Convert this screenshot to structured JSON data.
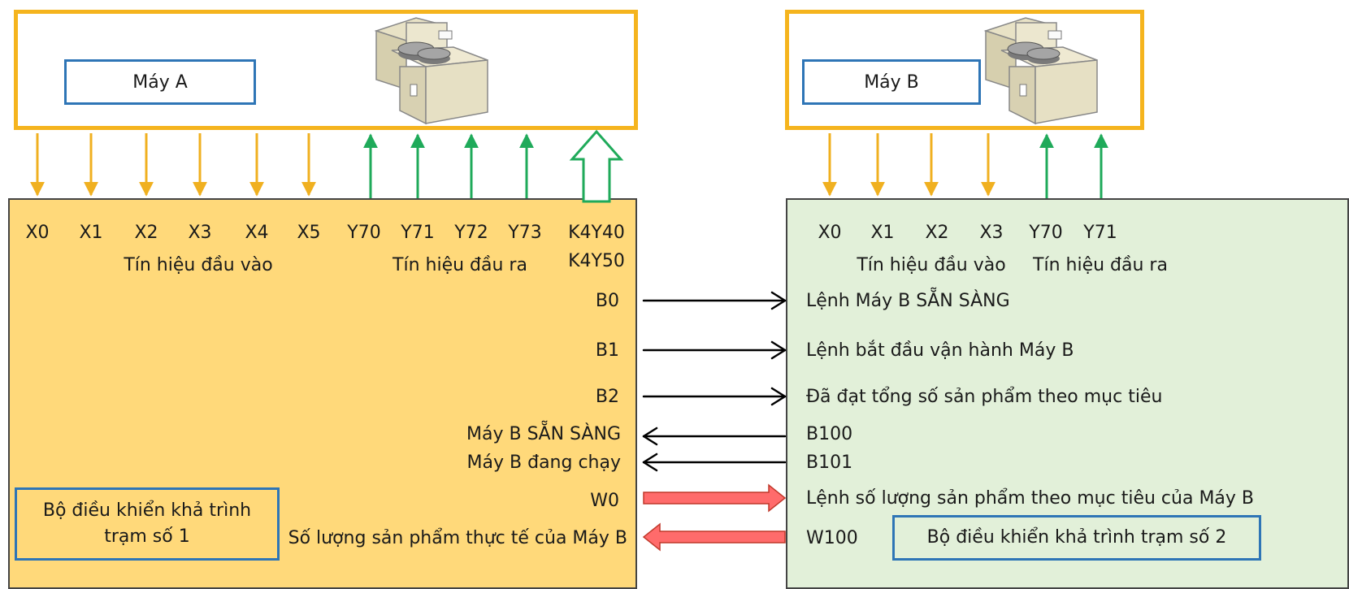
{
  "machine_a": {
    "name": "Máy A"
  },
  "machine_b": {
    "name": "Máy B"
  },
  "plc_a": {
    "inputs": [
      "X0",
      "X1",
      "X2",
      "X3",
      "X4",
      "X5"
    ],
    "outputs": [
      "Y70",
      "Y71",
      "Y72",
      "Y73"
    ],
    "word_out": [
      "K4Y40",
      "K4Y50"
    ],
    "input_group_label": "Tín hiệu đầu vào",
    "output_group_label": "Tín hiệu đầu ra",
    "controller_label": [
      "Bộ điều khiển khả trình",
      "trạm số 1"
    ],
    "devices": [
      "B0",
      "B1",
      "B2",
      "W0"
    ],
    "status_labels": [
      "Máy B SẴN SÀNG",
      "Máy B đang chạy"
    ],
    "actual_qty_label": "Số lượng sản phẩm thực tế của Máy B"
  },
  "plc_b": {
    "inputs": [
      "X0",
      "X1",
      "X2",
      "X3"
    ],
    "outputs": [
      "Y70",
      "Y71"
    ],
    "input_group_label": "Tín hiệu đầu vào",
    "output_group_label": "Tín hiệu đầu ra",
    "controller_label": "Bộ điều khiển khả trình trạm số 2",
    "commands": [
      "Lệnh Máy B SẴN SÀNG",
      "Lệnh bắt đầu vận hành Máy B",
      "Đã đạt tổng số sản phẩm theo mục tiêu"
    ],
    "devices": [
      "B100",
      "B101",
      "W100"
    ],
    "target_qty_label": "Lệnh số lượng sản phẩm theo mục tiêu của Máy B"
  },
  "colors": {
    "input_arrow": "#f0b020",
    "output_arrow": "#1faa5a",
    "word_arrow": "#ff6b6b",
    "plc_a_fill": "#ffd97a",
    "plc_b_fill": "#e2f0d9",
    "machine_border": "#f5b41e",
    "name_border": "#2e75b6"
  }
}
